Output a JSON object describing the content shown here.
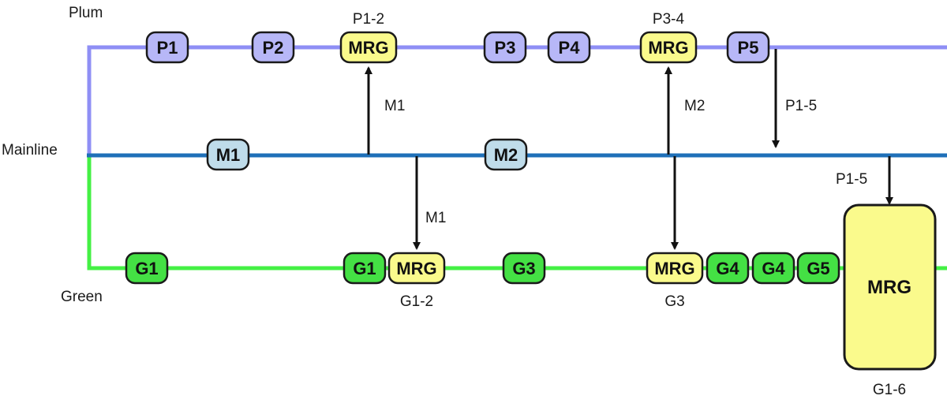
{
  "colors": {
    "plum_line": "#8f8ff5",
    "plum_node": "#b7b7f7",
    "mainline_line": "#1f70b8",
    "mainline_node": "#bfdcea",
    "green_line": "#44f044",
    "green_node": "#44e044",
    "merge_node": "#fafa8c",
    "stroke": "#1a1a1a",
    "arrow": "#111111"
  },
  "branches": {
    "plum": "Plum",
    "mainline": "Mainline",
    "green": "Green"
  },
  "nodes": {
    "p1": "P1",
    "p2": "P2",
    "mrg_p12": "MRG",
    "p3": "P3",
    "p4": "P4",
    "mrg_p34": "MRG",
    "p5": "P5",
    "m1": "M1",
    "m2": "M2",
    "g1_a": "G1",
    "g1_b": "G1",
    "mrg_g12": "MRG",
    "g3": "G3",
    "mrg_g3": "MRG",
    "g4_a": "G4",
    "g4_b": "G4",
    "g5": "G5",
    "mrg_g16": "MRG"
  },
  "labels": {
    "p12": "P1-2",
    "p34": "P3-4",
    "g12": "G1-2",
    "g3": "G3",
    "g16": "G1-6"
  },
  "arrows": {
    "m1_to_plum": "M1",
    "m2_to_plum": "M2",
    "p5_to_mainline": "P1-5",
    "m1_to_green": "M1",
    "mainline_to_big": "P1-5"
  }
}
